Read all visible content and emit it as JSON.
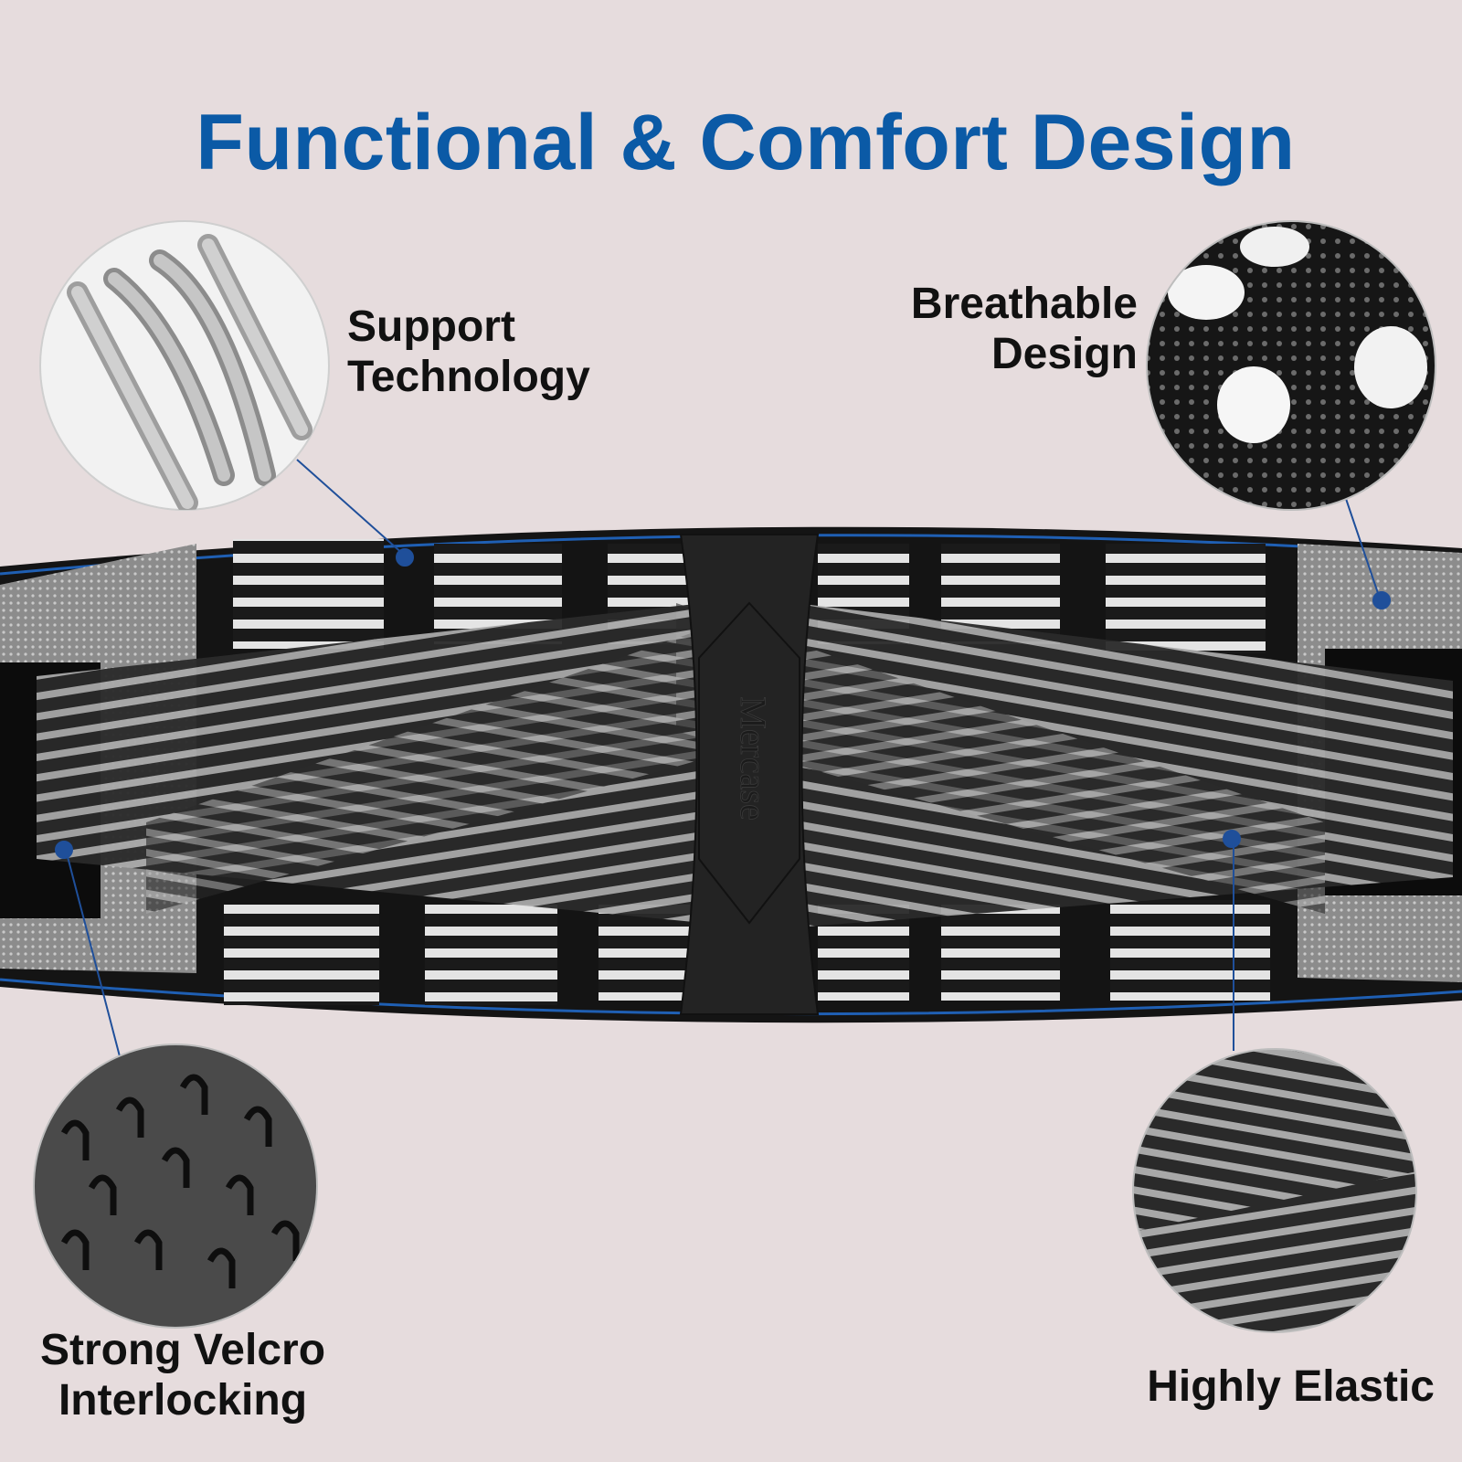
{
  "title": "Functional & Comfort Design",
  "brand_text": "Mercase",
  "features": {
    "support": {
      "line1": "Support",
      "line2": "Technology",
      "icon": "metal-stays-icon"
    },
    "breathable": {
      "line1": "Breathable",
      "line2": "Design",
      "icon": "mesh-fabric-icon"
    },
    "velcro": {
      "line1": "Strong Velcro",
      "line2": "Interlocking",
      "icon": "velcro-hooks-icon"
    },
    "elastic": {
      "line1": "Highly Elastic",
      "icon": "elastic-straps-icon"
    }
  },
  "colors": {
    "background": "#e6dcdd",
    "title": "#0b5aa6",
    "accent_line": "#1f5fb3",
    "belt": "#1c1c1c",
    "mesh": "#9a9a9a"
  }
}
